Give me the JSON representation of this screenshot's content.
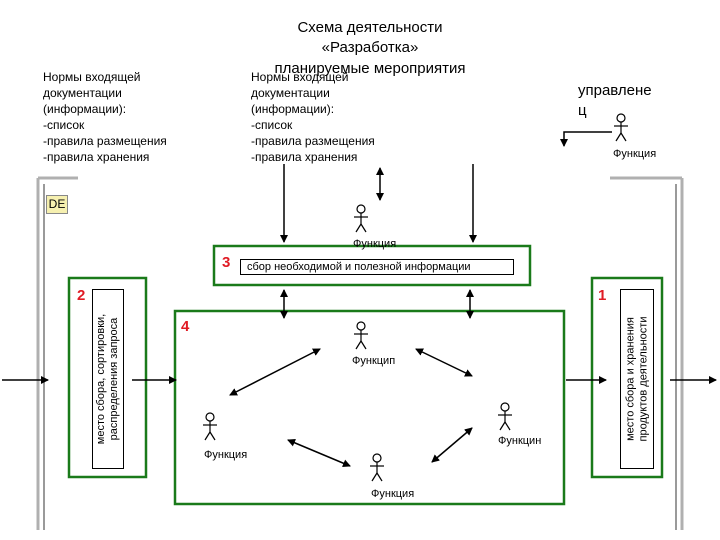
{
  "title": {
    "line1": "Схема деятельности",
    "line2": "«Разработка»",
    "line3": "планируемые мероприятия"
  },
  "norms_left": "Нормы входящей\nдокументации\n(информации):\n-список\n-правила размещения\n-правила хранения",
  "norms_center": "Нормы входящей\nдокументации\n(информации):\n-список\n-правила размещения\n-правила хранения",
  "control": {
    "line1": "управлене",
    "line2": "ц"
  },
  "de_badge": "DE",
  "functions": {
    "top_right": "Функция",
    "top_center": "Функция",
    "center": "Функцип",
    "left": "Функция",
    "right": "Функцин",
    "bottom": "Функция"
  },
  "boxes": {
    "box1": {
      "number": "1",
      "label": "место сбора и хранения\nпродуктов деятельности"
    },
    "box2": {
      "number": "2",
      "label": "место сбора, сортировки,\nраспределения запроса"
    },
    "box3": {
      "number": "3",
      "label": "сбор необходимой и полезной информации"
    },
    "box4": {
      "number": "4"
    }
  },
  "colors": {
    "green": "#1a7a1a",
    "gray_frame": "#b0b0b0",
    "red_number": "#e01b24"
  }
}
